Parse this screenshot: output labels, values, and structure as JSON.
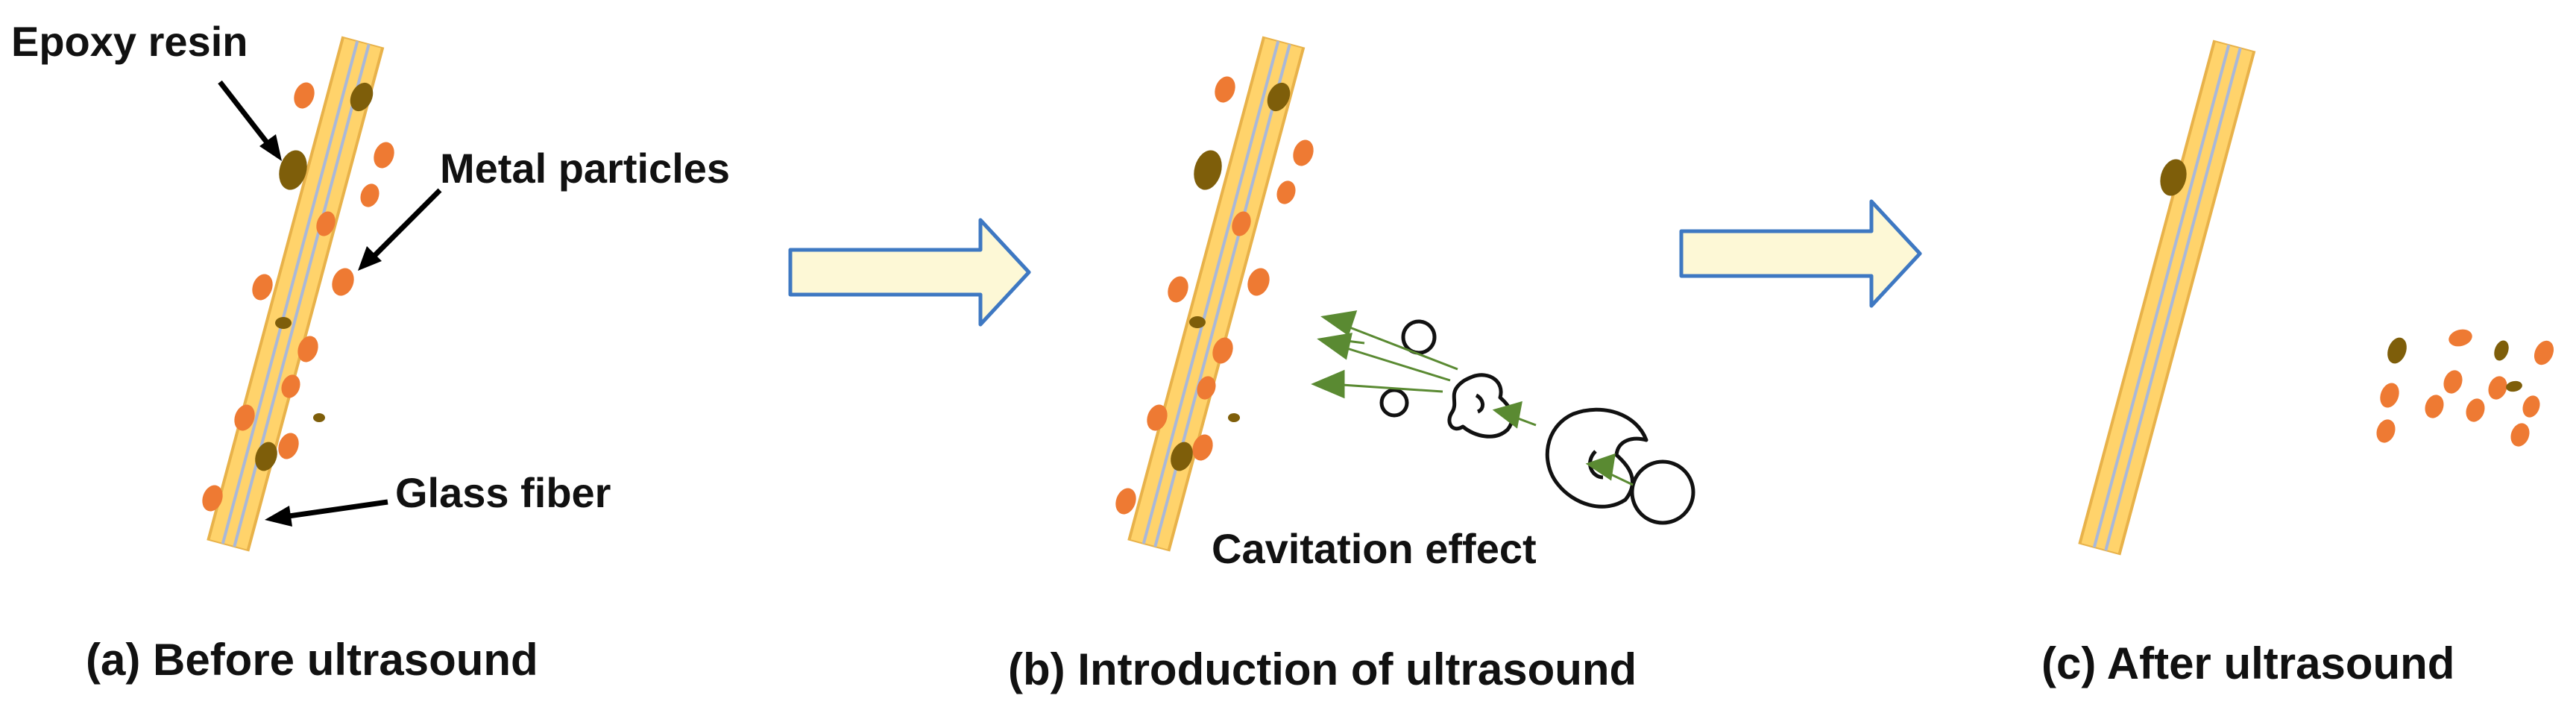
{
  "labels": {
    "epoxy_resin": "Epoxy resin",
    "metal_particles": "Metal particles",
    "glass_fiber": "Glass fiber",
    "cavitation_effect": "Cavitation effect"
  },
  "captions": {
    "a": "(a) Before ultrasound",
    "b": "(b) Introduction of ultrasound",
    "c": "(c) After ultrasound"
  },
  "colors": {
    "fiber_fill": "#FFD36B",
    "fiber_edge": "#E8B24A",
    "fiber_line": "#A9B8D9",
    "metal_particle": "#EE7A33",
    "epoxy_resin": "#7E5E0A",
    "arrow_fill": "#FDF8D6",
    "arrow_stroke": "#3E78C2",
    "flow_arrow": "#5A8A32"
  }
}
